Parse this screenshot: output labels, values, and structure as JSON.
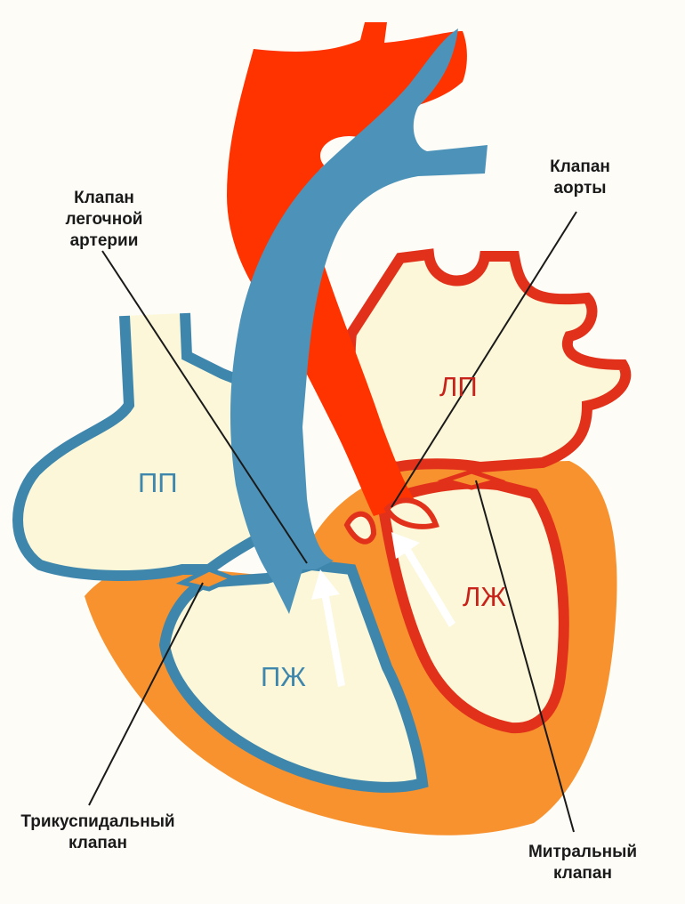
{
  "colors": {
    "oxygenated": "#ff3300",
    "deoxygenated": "#4d93b9",
    "myocardium": "#f7922f",
    "cavity": "#fbf7d8",
    "right_outline": "#3f86ad",
    "left_outline": "#e2311b",
    "arrow": "#ffffff",
    "leader": "#1a1a1a"
  },
  "chambers": {
    "right_atrium": "ПП",
    "left_atrium": "ЛП",
    "right_ventricle": "ПЖ",
    "left_ventricle": "ЛЖ"
  },
  "labels": {
    "pulmonary_valve": [
      "Клапан",
      "легочной",
      "артерии"
    ],
    "aortic_valve": [
      "Клапан",
      "аорты"
    ],
    "tricuspid_valve": [
      "Трикуспидальный",
      "клапан"
    ],
    "mitral_valve": [
      "Митральный",
      "клапан"
    ]
  }
}
